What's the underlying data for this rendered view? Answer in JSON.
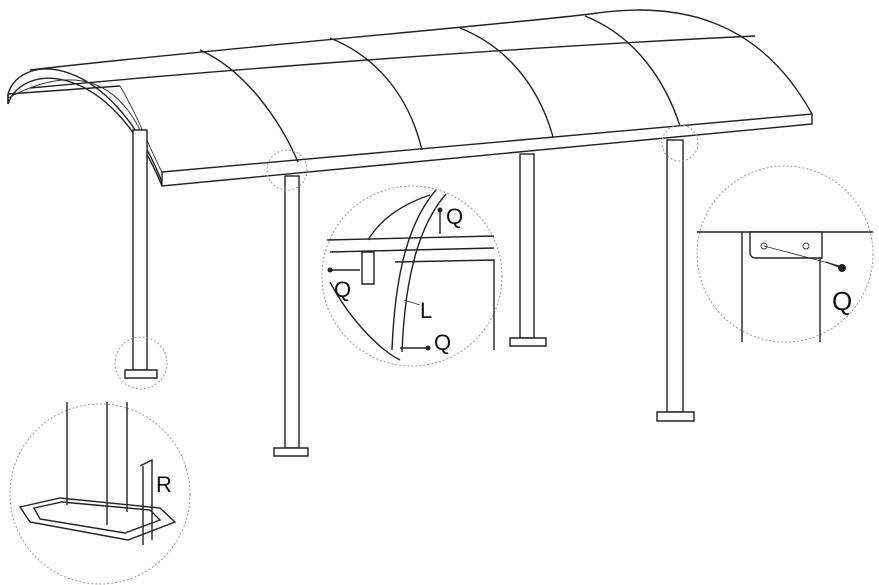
{
  "labels": {
    "q_top": "Q",
    "q_left": "Q",
    "q_bottom": "Q",
    "l_part": "L",
    "q_right": "Q",
    "r_part": "R"
  },
  "colors": {
    "line": "#222222",
    "background": "#ffffff",
    "callout": "#999999"
  }
}
